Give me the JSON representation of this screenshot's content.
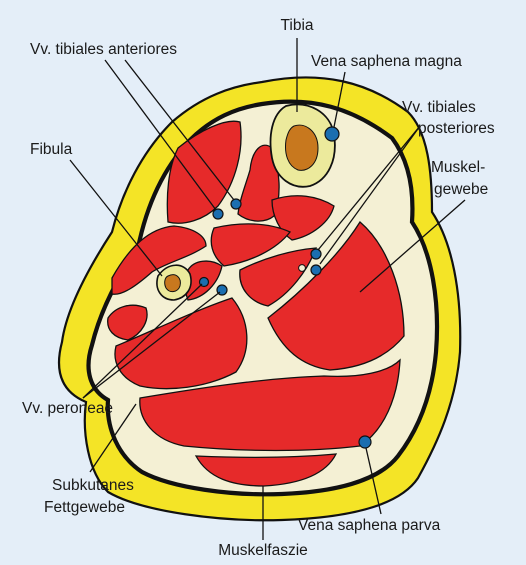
{
  "labels": {
    "tibia": "Tibia",
    "vv_tibiales_anteriores": "Vv. tibiales anteriores",
    "vena_saphena_magna": "Vena saphena magna",
    "vv_tibiales_posteriores_line1": "Vv. tibiales",
    "vv_tibiales_posteriores_line2": "posteriores",
    "fibula": "Fibula",
    "muskelgewebe_line1": "Muskel-",
    "muskelgewebe_line2": "gewebe",
    "vv_peroneae": "Vv. peroneae",
    "subkutanes_line1": "Subkutanes",
    "subkutanes_line2": "Fettgewebe",
    "vena_saphena_parva": "Vena saphena parva",
    "muskelfaszie": "Muskelfaszie"
  },
  "colors": {
    "background": "#e4eef8",
    "fat": "#f4e426",
    "fascia_fill": "#f4f0d4",
    "muscle": "#e62a2a",
    "bone_cortex": "#ecea9c",
    "bone_marrow": "#c8781e",
    "vein": "#1b6eb0",
    "outline": "#111111"
  }
}
